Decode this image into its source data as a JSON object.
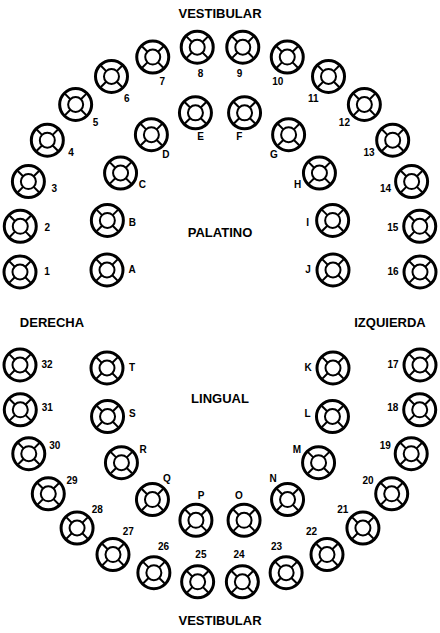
{
  "diagram": {
    "labels": [
      "VESTIBULAR",
      "1",
      "2",
      "3",
      "4",
      "5",
      "6",
      "7",
      "8",
      "9",
      "10",
      "11",
      "12",
      "13",
      "14",
      "15",
      "16",
      "A",
      "B",
      "C",
      "D",
      "E",
      "F",
      "G",
      "H",
      "I",
      "J",
      "PALATINO",
      "DERECHA",
      "IZQUIERDA",
      "17",
      "18",
      "19",
      "20",
      "21",
      "22",
      "23",
      "24",
      "25",
      "26",
      "27",
      "28",
      "29",
      "30",
      "31",
      "32",
      "K",
      "L",
      "M",
      "N",
      "O",
      "P",
      "Q",
      "R",
      "S",
      "T",
      "LINGUAL",
      "VESTIBULAR"
    ]
  }
}
